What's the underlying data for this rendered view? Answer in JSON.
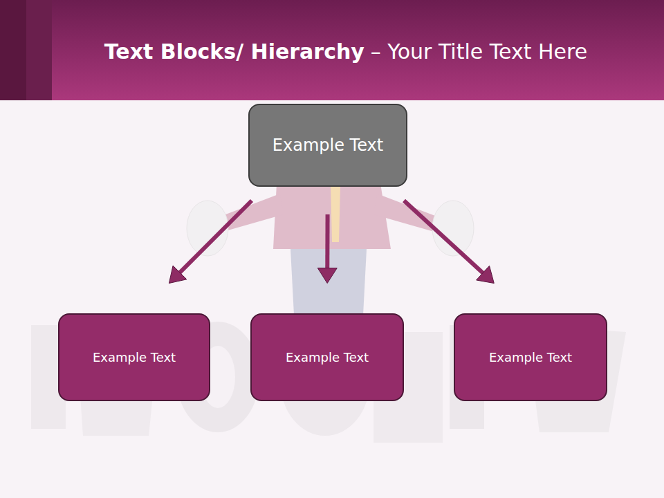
{
  "diagram": {
    "title": "Text Blocks/ Hierarchy",
    "nodes": [
      {
        "text": [
          "Example Text"
        ]
      },
      {
        "text": [
          "Example Text"
        ]
      },
      {
        "text": [
          "Example Text"
        ]
      },
      {
        "text": [
          "Example Text"
        ]
      }
    ],
    "edges": [
      {
        "from": 0,
        "to": 1,
        "arrow": "to"
      },
      {
        "from": 0,
        "to": 2,
        "arrow": "to"
      },
      {
        "from": 0,
        "to": 3,
        "arrow": "to"
      }
    ],
    "labels": [
      "– Your Title Text Here"
    ]
  }
}
